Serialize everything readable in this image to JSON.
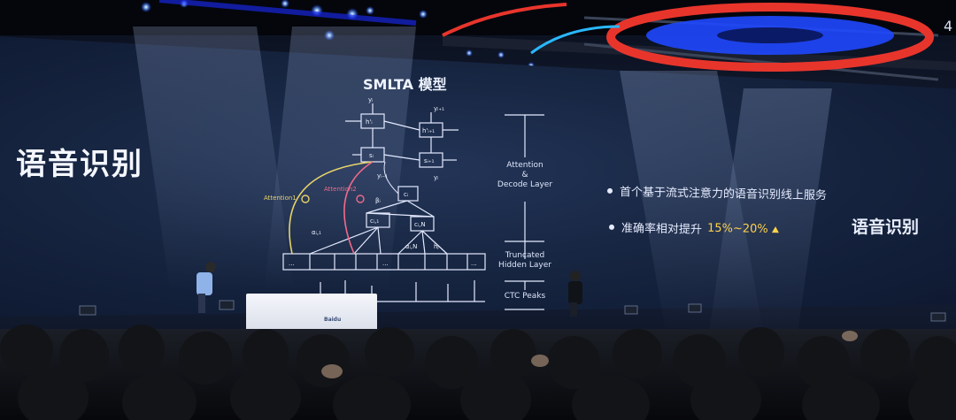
{
  "slide": {
    "left_title": "语音识别",
    "right_title": "语音识别",
    "diagram_title": "SMLTA 模型",
    "bullets": [
      {
        "text": "首个基于流式注意力的语音识别线上服务",
        "highlight": ""
      },
      {
        "text": "准确率相对提升",
        "highlight": "15%~20%"
      }
    ],
    "layer_labels": {
      "attention": "Attention\n&\nDecode Layer",
      "truncated": "Truncated\nHidden Layer",
      "ctc": "CTC Peaks"
    },
    "diagram_labels": {
      "attention1": "Attention1",
      "attention2": "Attention2",
      "y_top": "yᵢ",
      "y_top_next": "yᵢ₊₁",
      "h_node": "h'ᵢ",
      "h_node_next": "h'ᵢ₊₁",
      "s_node": "sᵢ",
      "s_node_next": "sᵢ₊₁",
      "y_prev": "yᵢ₋₁",
      "y_mid": "yᵢ",
      "c_node": "cᵢ",
      "beta": "βᵢ",
      "c1": "cᵢ,₁",
      "cn": "cᵢ,N",
      "alpha1": "αᵢ,₁",
      "alphan": "αᵢ,N",
      "h_j": "hⱼ",
      "dots": "..."
    },
    "corner_number": "4",
    "podium_logo": "Baidu"
  },
  "colors": {
    "attention1": "#e8d46a",
    "attention2": "#f06a8a",
    "stage_red": "#e8352c",
    "stage_blue": "#1f48ff",
    "highlight": "#ffd34d"
  }
}
